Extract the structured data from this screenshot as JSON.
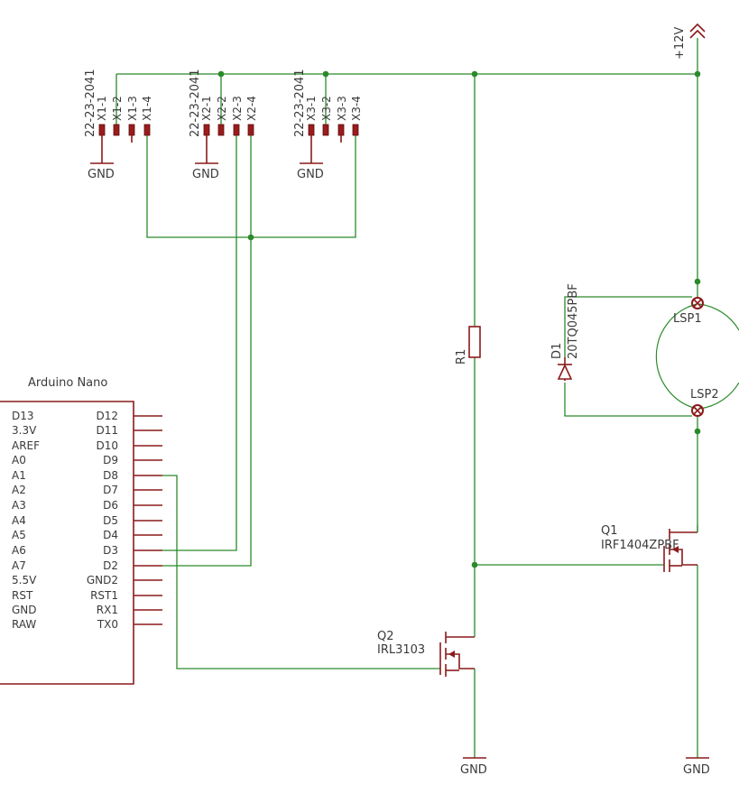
{
  "supply": {
    "label": "+12V"
  },
  "connectors": [
    {
      "part": "22-23-2041",
      "pins": [
        "X1-1",
        "X1-2",
        "X1-3",
        "X1-4"
      ],
      "gnd": "GND"
    },
    {
      "part": "22-23-2041",
      "pins": [
        "X2-1",
        "X2-2",
        "X2-3",
        "X2-4"
      ],
      "gnd": "GND"
    },
    {
      "part": "22-23-2041",
      "pins": [
        "X3-1",
        "X3-2",
        "X3-3",
        "X3-4"
      ],
      "gnd": "GND"
    }
  ],
  "arduino": {
    "title": "Arduino Nano",
    "left_pins": [
      "D13",
      "3.3V",
      "AREF",
      "A0",
      "A1",
      "A2",
      "A3",
      "A4",
      "A5",
      "A6",
      "A7",
      "5.5V",
      "RST",
      "GND",
      "RAW"
    ],
    "right_pins": [
      "D12",
      "D11",
      "D10",
      "D9",
      "D8",
      "D7",
      "D6",
      "D5",
      "D4",
      "D3",
      "D2",
      "GND2",
      "RST1",
      "RX1",
      "TX0"
    ]
  },
  "r1": {
    "label": "R1"
  },
  "d1": {
    "name": "D1",
    "value": "20TQ045PBF"
  },
  "lsp1": {
    "label": "LSP1"
  },
  "lsp2": {
    "label": "LSP2"
  },
  "q1": {
    "name": "Q1",
    "value": "IRF1404ZPBF"
  },
  "q2": {
    "name": "Q2",
    "value": "IRL3103"
  },
  "gnd_q2": "GND",
  "gnd_q1": "GND"
}
